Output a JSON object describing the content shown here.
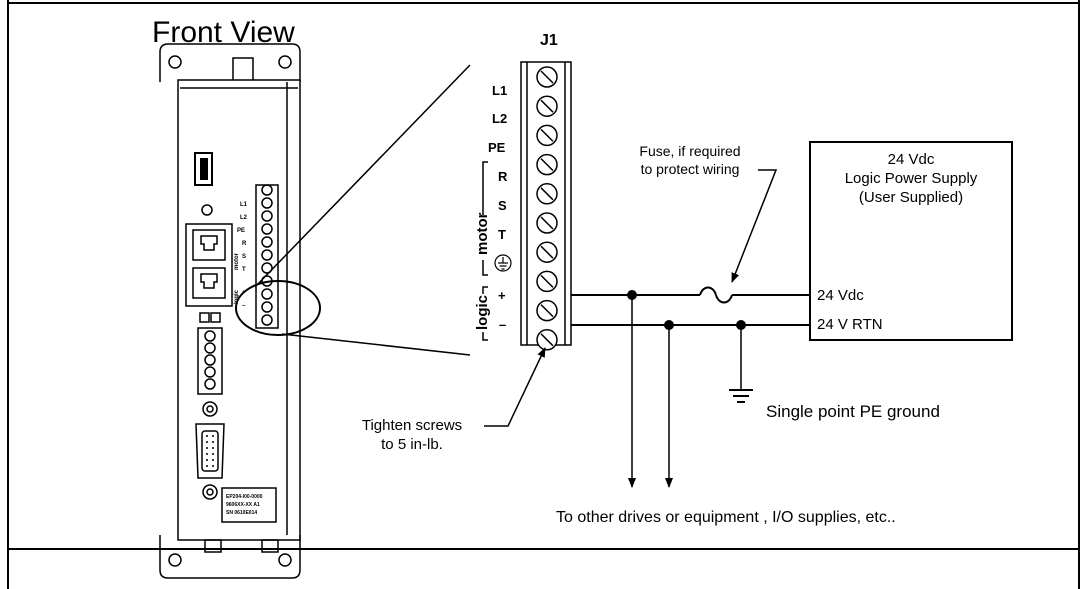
{
  "front_view_title": "Front View",
  "connector": {
    "name": "J1",
    "pins": [
      "L1",
      "L2",
      "PE",
      "R",
      "S",
      "T",
      "+",
      "–"
    ],
    "motor_group_label": "motor",
    "logic_group_label": "logic"
  },
  "drive_small_labels": {
    "pins": [
      "L1",
      "L2",
      "PE",
      "R",
      "S",
      "T",
      "+",
      "–"
    ],
    "motor": "motor",
    "logic": "logic"
  },
  "product_label": [
    "EP204-I00-0000",
    "9606XX-XX A1",
    "SN 0610E014"
  ],
  "fuse_note": [
    "Fuse, if required",
    "to protect wiring"
  ],
  "power_supply": {
    "lines": [
      "24 Vdc",
      "Logic Power Supply",
      "(User Supplied)"
    ],
    "terminal_plus": "24 Vdc",
    "terminal_return": "24 V RTN"
  },
  "ground_label": "Single point PE ground",
  "tighten_note": [
    "Tighten screws",
    "to 5 in-lb."
  ],
  "bottom_note": "To other drives or equipment , I/O supplies, etc.."
}
